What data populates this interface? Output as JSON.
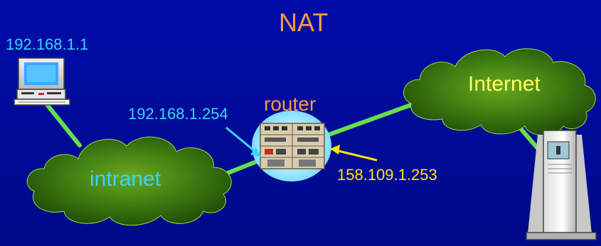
{
  "title": "NAT",
  "nodes": {
    "pc": {
      "ip": "192.168.1.1",
      "icon": "desktop-computer-icon"
    },
    "intranet": {
      "label": "intranet",
      "icon": "cloud-icon"
    },
    "router": {
      "label": "router",
      "inner_ip": "192.168.1.254",
      "outer_ip": "158.109.1.253",
      "icon": "router-rack-icon"
    },
    "internet": {
      "label": "Internet",
      "icon": "cloud-icon"
    },
    "server": {
      "icon": "server-tower-icon"
    }
  },
  "colors": {
    "background": "#000b99",
    "title": "#ff9a3c",
    "router_label": "#ff9a3c",
    "inner_ip": "#39d4ff",
    "outer_ip": "#ffe600",
    "intranet_label": "#39d4ff",
    "internet_label": "#ffff66",
    "link": "#66e04a",
    "cloud": "#2e6a0c"
  }
}
